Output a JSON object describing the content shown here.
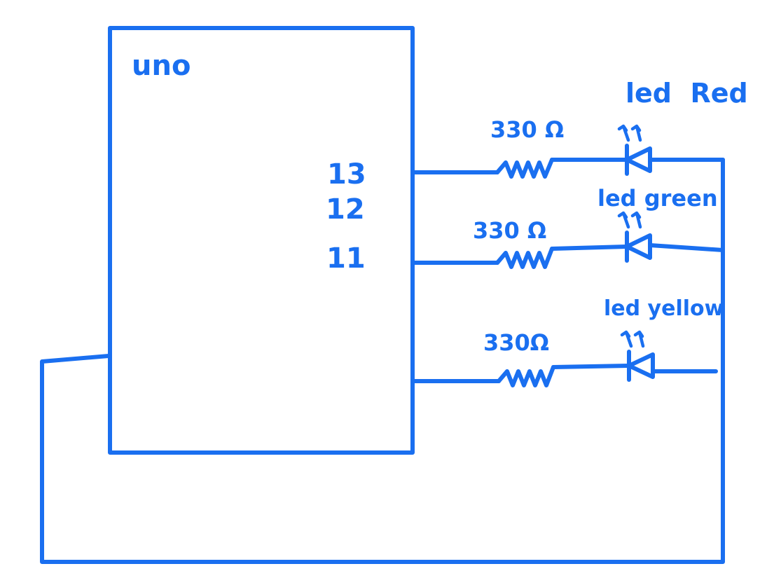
{
  "colors": {
    "ink": "#1a6ff0",
    "background": "#ffffff"
  },
  "board": {
    "label": "uno",
    "pins": [
      "13",
      "12",
      "11"
    ]
  },
  "branches": [
    {
      "resistor_label": "330 Ω",
      "led_label": "led  Red"
    },
    {
      "resistor_label": "330 Ω",
      "led_label": "led green"
    },
    {
      "resistor_label": "330Ω",
      "led_label": "led yellow"
    }
  ]
}
